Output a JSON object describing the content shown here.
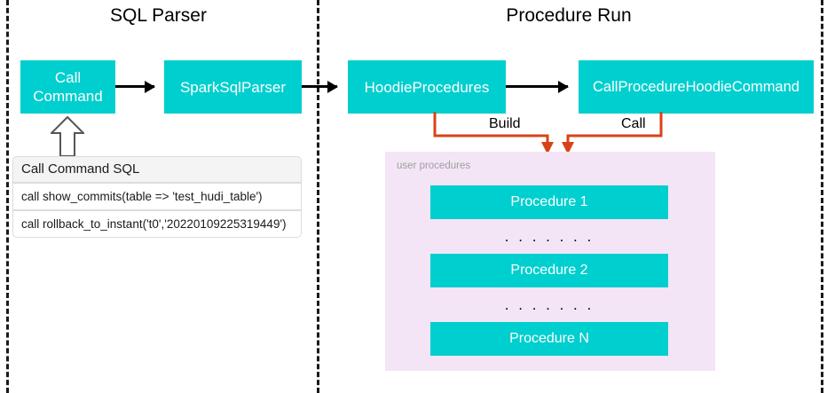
{
  "diagram": {
    "sections": [
      {
        "id": "sql-parser",
        "title": "SQL Parser"
      },
      {
        "id": "procedure-run",
        "title": "Procedure Run"
      }
    ],
    "nodes": {
      "call_command": "Call\nCommand",
      "call_command_line1": "Call",
      "call_command_line2": "Command",
      "spark_sql_parser": "SparkSqlParser",
      "hoodie_procedures": "HoodieProcedures",
      "call_procedure_hoodie_command": "CallProcedureHoodieCommand"
    },
    "connectors": {
      "build_label": "Build",
      "call_label": "Call"
    },
    "sql_table": {
      "header": "Call Command SQL",
      "rows": [
        "call show_commits(table => 'test_hudi_table')",
        "call rollback_to_instant('t0','20220109225319449')"
      ]
    },
    "procedures_panel": {
      "label": "user procedures",
      "items": [
        "Procedure 1",
        "Procedure 2",
        "Procedure N"
      ],
      "ellipsis": ". . . . . . ."
    },
    "colors": {
      "node_fill": "#00CFCF",
      "node_text": "#FFFFFF",
      "connector_orange": "#D84315",
      "panel_fill": "#F3E5F5",
      "panel_label": "#9E9E9E",
      "divider": "#1A1A1A",
      "arrow_black": "#000000"
    }
  }
}
